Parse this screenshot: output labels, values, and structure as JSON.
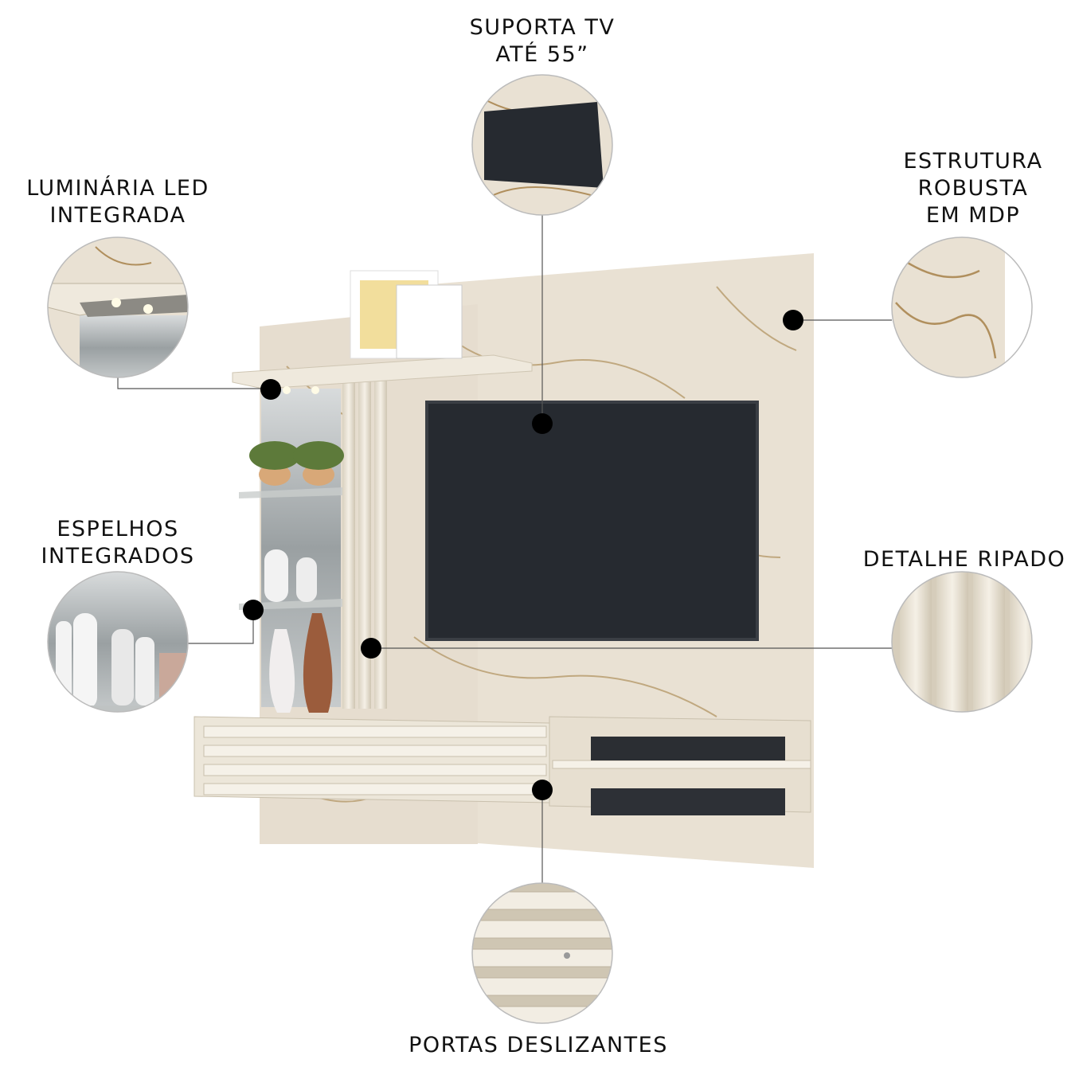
{
  "callouts": {
    "tv_support": {
      "lines": [
        "SUPORTA TV",
        "ATÉ 55”"
      ]
    },
    "structure": {
      "lines": [
        "ESTRUTURA",
        "ROBUSTA",
        "EM MDP"
      ]
    },
    "led": {
      "lines": [
        "LUMINÁRIA LED",
        "INTEGRADA"
      ]
    },
    "mirrors": {
      "lines": [
        "ESPELHOS",
        "INTEGRADOS"
      ]
    },
    "slatted": {
      "lines": [
        "DETALHE RIPADO"
      ]
    },
    "doors": {
      "lines": [
        "PORTAS DESLIZANTES"
      ]
    }
  },
  "colors": {
    "marble": "#e9e1d3",
    "vein": "#b08f5d",
    "tv_screen": "#262a30",
    "lacquer": "#ece6d9",
    "line": "#555555",
    "dot": "#000000"
  }
}
